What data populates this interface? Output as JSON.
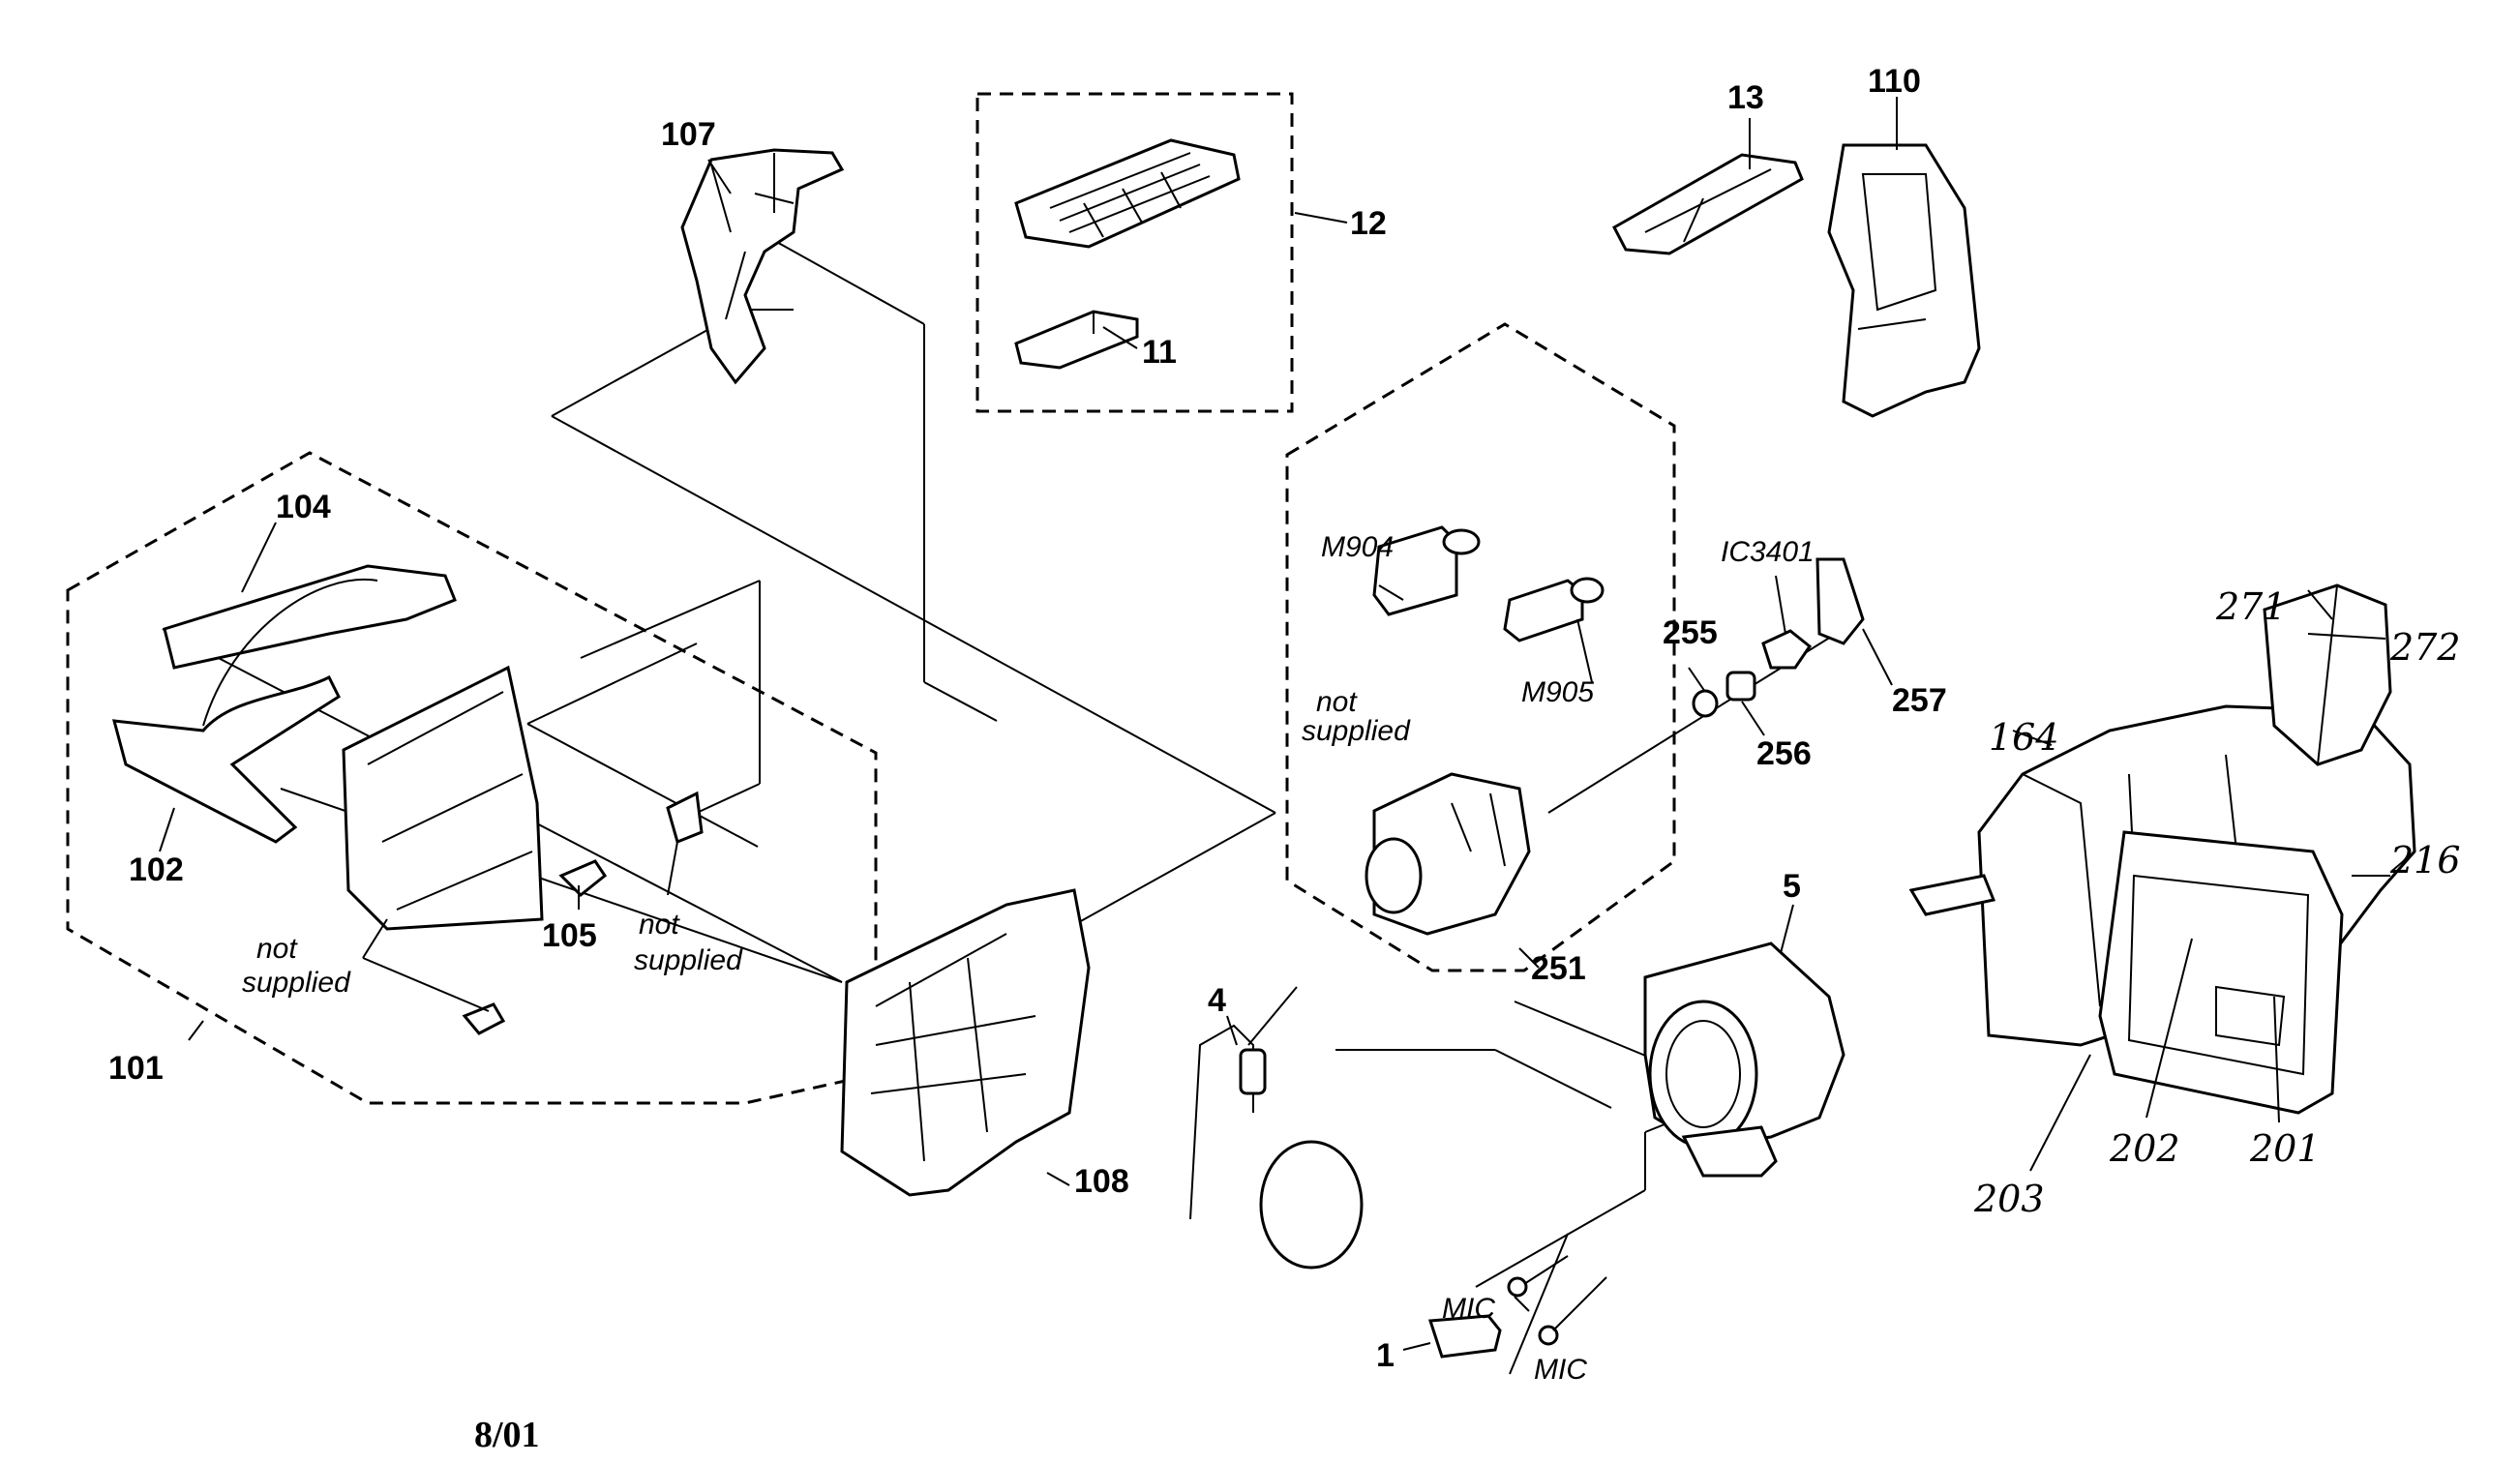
{
  "diagram": {
    "labels": {
      "p107": "107",
      "p12": "12",
      "p11": "11",
      "p13": "13",
      "p110": "110",
      "p104": "104",
      "p102": "102",
      "p105": "105",
      "p101": "101",
      "p108": "108",
      "p4": "4",
      "p5": "5",
      "p251": "251",
      "p255": "255",
      "p256": "256",
      "p257": "257",
      "p1": "1",
      "m904": "M904",
      "m905": "M905",
      "ic3401": "IC3401",
      "mic_a": "MIC",
      "mic_b": "MIC",
      "h271": "271",
      "h272": "272",
      "h164": "164",
      "h216": "216",
      "h201": "201",
      "h202": "202",
      "h203": "203"
    },
    "notes": {
      "not_supplied_a_1": "not",
      "not_supplied_a_2": "supplied",
      "not_supplied_b_1": "not",
      "not_supplied_b_2": "supplied",
      "not_supplied_c_1": "not",
      "not_supplied_c_2": "supplied"
    },
    "footer": "8/01"
  }
}
